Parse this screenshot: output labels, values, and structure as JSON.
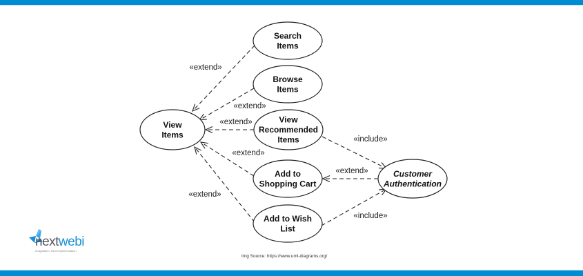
{
  "colors": {
    "brand_band": "#008cd3",
    "line": "#222222",
    "logo_blue": "#1a8fd6",
    "logo_gray": "#55585b"
  },
  "diagram": {
    "use_cases": [
      {
        "id": "view_items",
        "lines": [
          "View",
          "Items"
        ],
        "italic": false
      },
      {
        "id": "search_items",
        "lines": [
          "Search",
          "Items"
        ],
        "italic": false
      },
      {
        "id": "browse_items",
        "lines": [
          "Browse",
          "Items"
        ],
        "italic": false
      },
      {
        "id": "view_recommended_items",
        "lines": [
          "View",
          "Recommended",
          "Items"
        ],
        "italic": false
      },
      {
        "id": "add_to_shopping_cart",
        "lines": [
          "Add to",
          "Shopping Cart"
        ],
        "italic": false
      },
      {
        "id": "add_to_wish_list",
        "lines": [
          "Add to Wish",
          "List"
        ],
        "italic": false
      },
      {
        "id": "customer_authentication",
        "lines": [
          "Customer",
          "Authentication"
        ],
        "italic": true
      }
    ],
    "relationships": [
      {
        "from": "search_items",
        "to": "view_items",
        "stereotype": "«extend»"
      },
      {
        "from": "browse_items",
        "to": "view_items",
        "stereotype": "«extend»"
      },
      {
        "from": "view_recommended_items",
        "to": "view_items",
        "stereotype": "«extend»"
      },
      {
        "from": "add_to_shopping_cart",
        "to": "view_items",
        "stereotype": "«extend»"
      },
      {
        "from": "add_to_wish_list",
        "to": "view_items",
        "stereotype": "«extend»"
      },
      {
        "from": "view_recommended_items",
        "to": "customer_authentication",
        "stereotype": "«include»"
      },
      {
        "from": "customer_authentication",
        "to": "add_to_shopping_cart",
        "stereotype": "«extend»"
      },
      {
        "from": "add_to_wish_list",
        "to": "customer_authentication",
        "stereotype": "«include»"
      }
    ]
  },
  "footer": {
    "source": "Img Source: https://www.uml-diagrams.org/"
  },
  "logo": {
    "word_part1": "next",
    "word_part2": "webi",
    "tagline": "Imagination. Next Implementation",
    "icon": "bird-icon"
  }
}
